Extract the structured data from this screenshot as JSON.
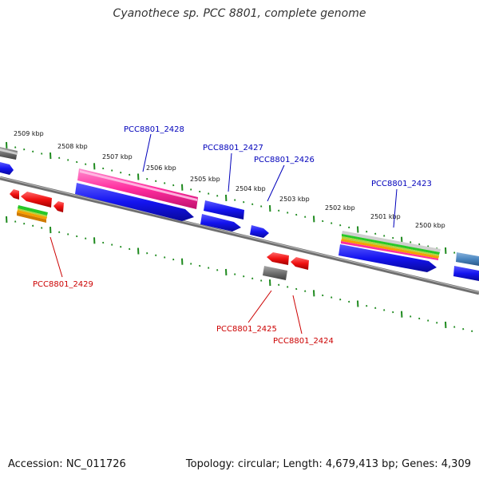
{
  "title": "Cyanothece sp. PCC 8801, complete genome",
  "footer": {
    "accession": "Accession: NC_011726",
    "stats": "Topology: circular; Length: 4,679,413 bp; Genes: 4,309"
  },
  "colors": {
    "backbone": "#8a8a8a",
    "tick": "#1e8a1e",
    "forward_label": "#0000bb",
    "reverse_label": "#cc0000",
    "blue": "#1414f0",
    "red": "#f01010",
    "pink": "#ff2d9e",
    "gray": "#707070"
  },
  "scale": {
    "labels": [
      "2509 kbp",
      "2508 kbp",
      "2507 kbp",
      "2506 kbp",
      "2505 kbp",
      "2504 kbp",
      "2503 kbp",
      "2502 kbp",
      "2501 kbp",
      "2500 kbp"
    ]
  },
  "gene_labels": [
    {
      "id": "PCC8801_2428",
      "text": "PCC8801_2428",
      "strand": "forward"
    },
    {
      "id": "PCC8801_2427",
      "text": "PCC8801_2427",
      "strand": "forward"
    },
    {
      "id": "PCC8801_2426",
      "text": "PCC8801_2426",
      "strand": "forward"
    },
    {
      "id": "PCC8801_2423",
      "text": "PCC8801_2423",
      "strand": "forward"
    },
    {
      "id": "PCC8801_2429",
      "text": "PCC8801_2429",
      "strand": "reverse"
    },
    {
      "id": "PCC8801_2425",
      "text": "PCC8801_2425",
      "strand": "reverse"
    },
    {
      "id": "PCC8801_2424",
      "text": "PCC8801_2424",
      "strand": "reverse"
    }
  ]
}
